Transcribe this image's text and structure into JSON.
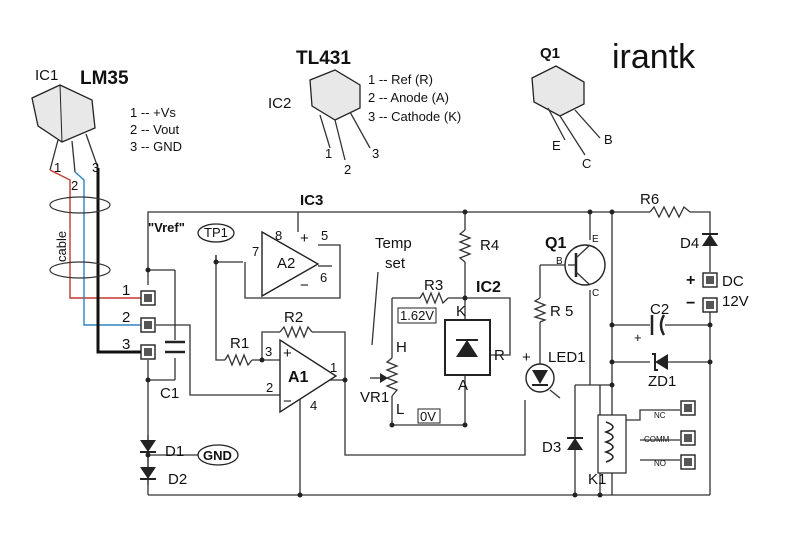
{
  "brand": "irantk",
  "colors": {
    "wire": "#333333",
    "wire_red": "#c0392b",
    "wire_blue": "#2e86c1",
    "ic_fill": "#e8e8e8",
    "background": "#ffffff"
  },
  "lm35": {
    "ref": "IC1",
    "name": "LM35",
    "pins": [
      "1 -- +Vs",
      "2 -- Vout",
      "3 -- GND"
    ],
    "pin_numbers": [
      "1",
      "2",
      "3"
    ]
  },
  "tl431": {
    "ref": "IC2",
    "name": "TL431",
    "pins": [
      "1 -- Ref (R)",
      "2 -- Anode  (A)",
      "3 -- Cathode (K)"
    ],
    "pin_numbers": [
      "1",
      "2",
      "3"
    ]
  },
  "q1_pkg": {
    "ref": "Q1",
    "pins": [
      "E",
      "B",
      "C"
    ]
  },
  "cable_label": "cable",
  "connector_pins": [
    "1",
    "2",
    "3"
  ],
  "labels": {
    "ic3": "IC3",
    "vref": "\"Vref\"",
    "tp1": "TP1",
    "temp": "Temp",
    "set": "set",
    "r1": "R1",
    "r2": "R2",
    "r3": "R3",
    "r4": "R4",
    "r5": "R 5",
    "r6": "R6",
    "vr1": "VR1",
    "h": "H",
    "l": "L",
    "v162": "1.62V",
    "v0": "0V",
    "ic2": "IC2",
    "k": "K",
    "a": "A",
    "r": "R",
    "q1": "Q1",
    "qe": "E",
    "qb": "B",
    "qc": "C",
    "c1": "C1",
    "c2": "C2",
    "d1": "D1",
    "d2": "D2",
    "d3": "D3",
    "d4": "D4",
    "zd1": "ZD1",
    "led1": "LED1",
    "k1": "K1",
    "gnd": "GND",
    "dc": "DC",
    "v12": "12V",
    "plus": "+",
    "minus": "−",
    "a1": "A1",
    "a2": "A2",
    "p1": "1",
    "p2": "2",
    "p3": "3",
    "p4": "4",
    "p5": "5",
    "p6": "6",
    "p7": "7",
    "p8": "8",
    "nc": "NC",
    "comm": "COMM",
    "no": "NO"
  }
}
